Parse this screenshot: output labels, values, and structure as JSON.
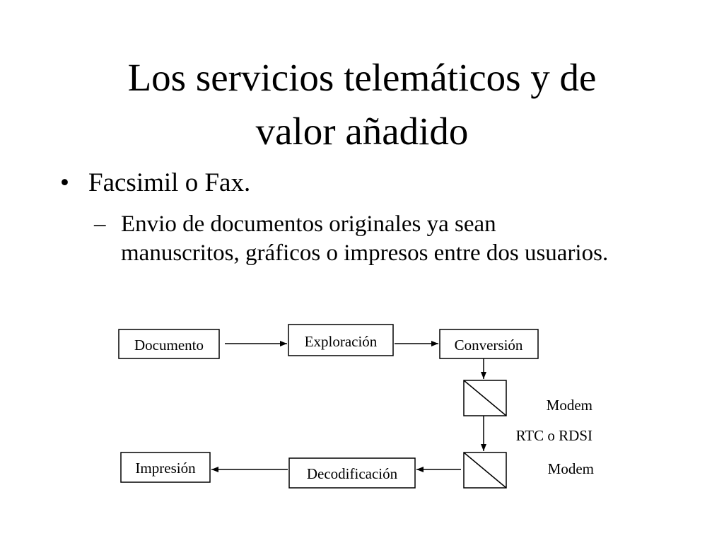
{
  "slide": {
    "title_line_1": "Los servicios telemáticos y de",
    "title_line_2": "valor añadido",
    "bullet_marker": "•",
    "bullet": "Facsimil o Fax.",
    "sub_marker": "–",
    "sub_bullet": "Envio de documentos originales ya sean manuscritos, gráficos o impresos entre dos usuarios."
  },
  "diagram": {
    "boxes": {
      "documento": "Documento",
      "exploracion": "Exploración",
      "conversion": "Conversión",
      "impresion": "Impresión",
      "decodificacion": "Decodificación"
    },
    "labels": {
      "modem_top": "Modem",
      "network": "RTC o RDSI",
      "modem_bottom": "Modem"
    }
  }
}
